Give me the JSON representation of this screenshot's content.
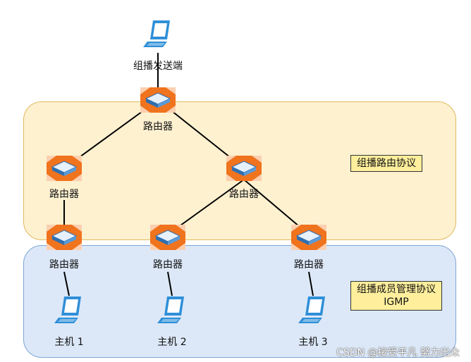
{
  "labels": {
    "sender": "组播发送端",
    "router": "路由器",
    "host1": "主机 1",
    "host2": "主机 2",
    "host3": "主机 3"
  },
  "protocols": {
    "routing": "组播路由协议",
    "membership_line1": "组播成员管理协议",
    "membership_line2": "IGMP"
  },
  "watermark": "CSDN @接受平凡 努力出众",
  "colors": {
    "router_orange": "#f0731e",
    "computer_blue": "#2f8fd8",
    "routing_zone": "#fdf1d0",
    "membership_zone": "#dce8f8"
  },
  "icons": [
    "computer-icon",
    "router-icon"
  ]
}
